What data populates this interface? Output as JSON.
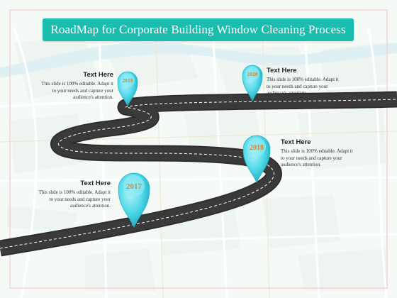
{
  "title": "RoadMap for Corporate Building Window Cleaning Process",
  "colors": {
    "accent": "#1BBDAE",
    "marker_fill": "#4FD8E8",
    "marker_dark": "#15A9BE",
    "marker_year_text": "#C98A3E",
    "road": "#3A3A3A",
    "road_line": "#FFFFFF",
    "map_block": "#EEF4F0",
    "map_street": "#FFFFFF",
    "map_water": "#DCEFF5",
    "frame": "#F1D4D8"
  },
  "milestones": [
    {
      "year": "2017",
      "heading": "Text Here",
      "body": [
        "This slide is 100% editable. Adapt it",
        "to your needs and capture your",
        "audience's attention."
      ],
      "icon": "map-pin-icon"
    },
    {
      "year": "2018",
      "heading": "Text Here",
      "body": [
        "This slide is 100% editable. Adapt it",
        "to your needs and capture your",
        "audience's attention."
      ],
      "icon": "map-pin-icon"
    },
    {
      "year": "2019",
      "heading": "Text Here",
      "body": [
        "This slide is 100% editable. Adapt it",
        "to your needs and capture your",
        "audience's attention."
      ],
      "icon": "map-pin-icon"
    },
    {
      "year": "2020",
      "heading": "Text Here",
      "body": [
        "This slide is 100% editable. Adapt it",
        "to your needs and capture your",
        "audience's attention."
      ],
      "icon": "map-pin-icon"
    }
  ]
}
